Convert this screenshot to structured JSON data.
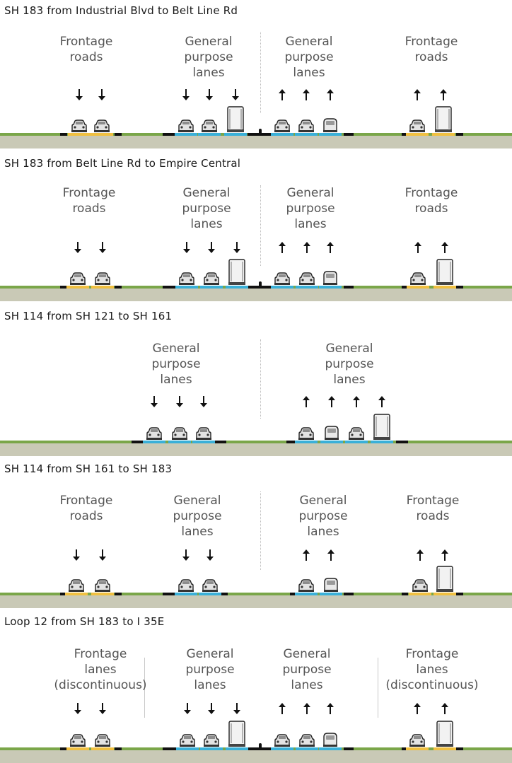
{
  "colors": {
    "grass": "#7aa649",
    "ground": "#c9c9b6",
    "frontage_lane": "#f0c041",
    "general_lane": "#3ab0d8",
    "pavement_edge": "#111111"
  },
  "sections": [
    {
      "title": "SH 183 from Industrial Blvd to Belt Line Rd",
      "groups": [
        {
          "label": "Frontage\nroads",
          "direction": "down",
          "lanes": 2,
          "type": "frontage",
          "vehicles": [
            "car",
            "car"
          ]
        },
        {
          "label": "General\npurpose\nlanes",
          "direction": "down",
          "lanes": 3,
          "type": "general",
          "vehicles": [
            "car",
            "car",
            "truck"
          ]
        },
        {
          "label": "General\npurpose\nlanes",
          "direction": "up",
          "lanes": 3,
          "type": "general",
          "vehicles": [
            "car",
            "car",
            "van"
          ]
        },
        {
          "label": "Frontage\nroads",
          "direction": "up",
          "lanes": 2,
          "type": "frontage",
          "vehicles": [
            "car",
            "truck"
          ]
        }
      ]
    },
    {
      "title": "SH 183 from Belt Line Rd to Empire Central",
      "groups": [
        {
          "label": "Frontage\nroads",
          "direction": "down",
          "lanes": 2,
          "type": "frontage",
          "vehicles": [
            "car",
            "car"
          ]
        },
        {
          "label": "General\npurpose\nlanes",
          "direction": "down",
          "lanes": 3,
          "type": "general",
          "vehicles": [
            "car",
            "car",
            "truck"
          ]
        },
        {
          "label": "General\npurpose\nlanes",
          "direction": "up",
          "lanes": 3,
          "type": "general",
          "vehicles": [
            "car",
            "car",
            "van"
          ]
        },
        {
          "label": "Frontage\nroads",
          "direction": "up",
          "lanes": 2,
          "type": "frontage",
          "vehicles": [
            "car",
            "truck"
          ]
        }
      ]
    },
    {
      "title": "SH 114 from SH 121 to SH 161",
      "groups": [
        {
          "label": "General\npurpose\nlanes",
          "direction": "down",
          "lanes": 3,
          "type": "general",
          "vehicles": [
            "car",
            "car",
            "car"
          ]
        },
        {
          "label": "General\npurpose\nlanes",
          "direction": "up",
          "lanes": 4,
          "type": "general",
          "vehicles": [
            "car",
            "van",
            "car",
            "truck"
          ]
        }
      ]
    },
    {
      "title": "SH 114 from SH 161 to SH 183",
      "groups": [
        {
          "label": "Frontage\nroads",
          "direction": "down",
          "lanes": 2,
          "type": "frontage",
          "vehicles": [
            "car",
            "car"
          ]
        },
        {
          "label": "General\npurpose\nlanes",
          "direction": "down",
          "lanes": 2,
          "type": "general",
          "vehicles": [
            "car",
            "car"
          ]
        },
        {
          "label": "General\npurpose\nlanes",
          "direction": "up",
          "lanes": 2,
          "type": "general",
          "vehicles": [
            "car",
            "van"
          ]
        },
        {
          "label": "Frontage\nroads",
          "direction": "up",
          "lanes": 2,
          "type": "frontage",
          "vehicles": [
            "car",
            "truck"
          ]
        }
      ]
    },
    {
      "title": "Loop 12 from SH 183 to I 35E",
      "groups": [
        {
          "label": "Frontage\nlanes\n(discontinuous)",
          "direction": "down",
          "lanes": 2,
          "type": "frontage",
          "vehicles": [
            "car",
            "car"
          ]
        },
        {
          "label": "General\npurpose\nlanes",
          "direction": "down",
          "lanes": 3,
          "type": "general",
          "vehicles": [
            "car",
            "car",
            "truck"
          ]
        },
        {
          "label": "General\npurpose\nlanes",
          "direction": "up",
          "lanes": 3,
          "type": "general",
          "vehicles": [
            "car",
            "car",
            "van"
          ]
        },
        {
          "label": "Frontage\nlanes\n(discontinuous)",
          "direction": "up",
          "lanes": 2,
          "type": "frontage",
          "vehicles": [
            "car",
            "truck"
          ]
        }
      ]
    }
  ]
}
